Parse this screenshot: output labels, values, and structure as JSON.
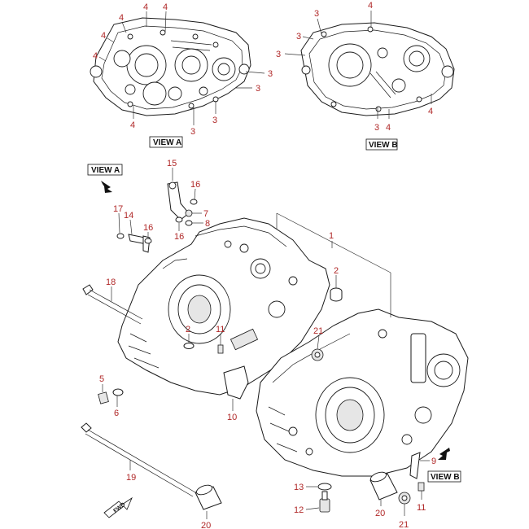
{
  "views": {
    "view_a_label": "VIEW A",
    "view_b_label": "VIEW B",
    "arrow_a_label": "VIEW A",
    "arrow_b_label": "VIEW B",
    "fwd_label": "FWD"
  },
  "callouts": {
    "a_4a": "4",
    "a_4b": "4",
    "a_4c": "4",
    "a_4d": "4",
    "a_4e": "4",
    "a_3a": "3",
    "a_3b": "3",
    "a_3c": "3",
    "a_3d": "3",
    "b_3a": "3",
    "b_3b": "3",
    "b_3c": "3",
    "b_4a": "4",
    "b_4b": "4",
    "b_4c": "4",
    "p1": "1",
    "p2a": "2",
    "p2b": "2",
    "p5": "5",
    "p6": "6",
    "p7": "7",
    "p8": "8",
    "p9": "9",
    "p10": "10",
    "p11a": "11",
    "p11b": "11",
    "p12": "12",
    "p13": "13",
    "p14": "14",
    "p15": "15",
    "p16a": "16",
    "p16b": "16",
    "p16c": "16",
    "p17": "17",
    "p18": "18",
    "p19": "19",
    "p20a": "20",
    "p20b": "20",
    "p21a": "21",
    "p21b": "21"
  }
}
